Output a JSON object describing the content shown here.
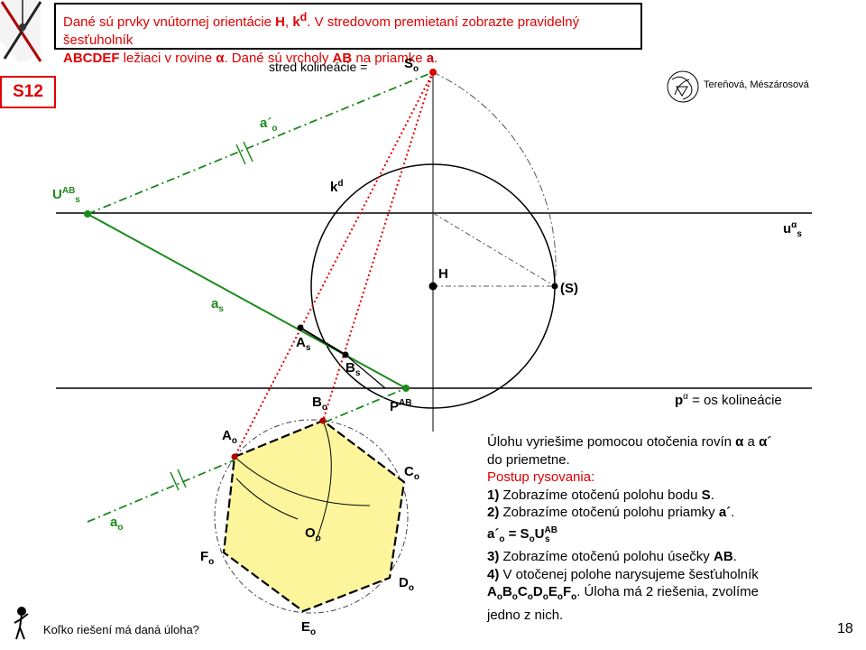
{
  "task": {
    "text_1": "Dané sú prvky vnútornej orientácie ",
    "h": "H",
    "comma": ", ",
    "k": "k",
    "k_sup": "d",
    "text_2": ". V stredovom premietaní zobrazte pravidelný šesťuholník",
    "abcdef": "ABCDEF",
    "text_3": " ležiaci v rovine ",
    "alpha": "α",
    "text_4": ". Dané sú vrcholy ",
    "ab": "AB",
    "text_5": " na priamke ",
    "a": "a",
    "text_6": "."
  },
  "badge": "S12",
  "credits": "Tereňová,  Mészárosová",
  "footer_question": "Koľko riešení má daná úloha?",
  "page_number": "18",
  "labels": {
    "stred_kolineacie": "stred kolineácie =",
    "So": "S",
    "So_sub": "o",
    "a_prime_o": "a´",
    "a_prime_o_sub": "o",
    "U": "U",
    "U_sup": "AB",
    "U_sub": "s",
    "k": "k",
    "k_sup": "d",
    "u": "u",
    "u_sup": "α",
    "u_sub": "s",
    "H": "H",
    "S_paren": "(S)",
    "as": "a",
    "as_sub": "s",
    "As": "A",
    "As_sub": "s",
    "Bs": "B",
    "Bs_sub": "s",
    "Bo": "B",
    "Bo_sub": "o",
    "P": "P",
    "P_sup": "AB",
    "p": "p",
    "p_sup": "α",
    "p_rest": " = os kolineácie",
    "Ao": "A",
    "Ao_sub": "o",
    "Co": "C",
    "Co_sub": "o",
    "ao": "a",
    "ao_sub": "o",
    "Oo": "O",
    "Oo_sub": "o",
    "Fo": "F",
    "Fo_sub": "o",
    "Do": "D",
    "Do_sub": "o",
    "Eo": "E",
    "Eo_sub": "o"
  },
  "solution": {
    "line1": "Úlohu vyriešime pomocou otočenia rovín ",
    "alpha": "α",
    "line1b": " a ",
    "alpha2": "α´",
    "line2": "do priemetne.",
    "postup": "Postup rysovania:",
    "s1_num": "1)",
    "s1": " Zobrazíme otočenú polohu bodu ",
    "s1_b": "S",
    "s1_end": ".",
    "s2_num": "2)",
    "s2": " Zobrazíme otočenú polohu priamky ",
    "s2_b": "a´",
    "s2_end": ".",
    "eq_a": "a´",
    "eq_a_sub": "o",
    "eq_mid": " = S",
    "eq_s_sub": "o",
    "eq_u": "U",
    "eq_u_sup": "AB",
    "eq_u_sub": "s",
    "s3_num": "3)",
    "s3": " Zobrazíme otočenú polohu úsečky ",
    "s3_b": "AB",
    "s3_end": ".",
    "s4_num": "4)",
    "s4": " V otočenej polohe narysujeme šesťuholník",
    "s4_hex": [
      "A",
      "o",
      "B",
      "o",
      "C",
      "o",
      "D",
      "o",
      "E",
      "o",
      "F",
      "o"
    ],
    "s4_tail": ". Úloha má 2 riešenia, zvolíme",
    "s4_last": "jedno z nich."
  },
  "colors": {
    "red": "#e00000",
    "green": "#1a8a1a",
    "hexagon_fill": "#fcf59c",
    "dark": "#000000"
  }
}
